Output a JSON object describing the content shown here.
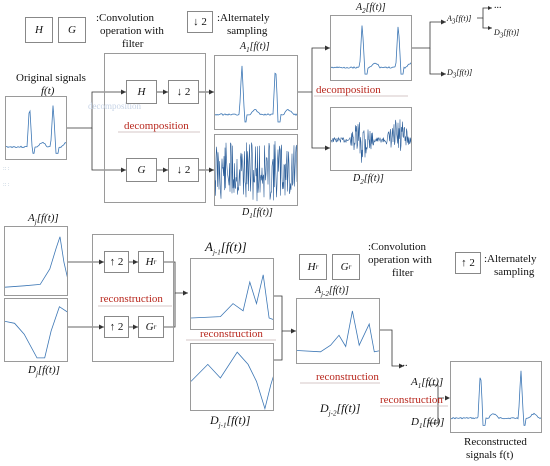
{
  "legend_top": {
    "h_box": "H",
    "g_box": "G",
    "conv_text_1": ":Convolution",
    "conv_text_2": "operation with",
    "conv_text_3": "filter",
    "down_box": "↓ 2",
    "alt_text_1": ":Alternately",
    "alt_text_2": "sampling"
  },
  "decomp": {
    "original_1": "Original signals",
    "original_2": "f(t)",
    "faint_label": "decomposition",
    "label_1": "decomposition",
    "label_2": "decomposition",
    "h_box": "H",
    "g_box": "G",
    "down_1": "↓ 2",
    "down_2": "↓ 2",
    "a1": "A",
    "a1_sub": "1",
    "a1_arg": "[f(t)]",
    "d1": "D",
    "d1_sub": "1",
    "d1_arg": "[f(t)]",
    "a2": "A",
    "a2_sub": "2",
    "a2_arg": "[f(t)]",
    "d2": "D",
    "d2_sub": "2",
    "d2_arg": "[f(t)]",
    "a3": "A",
    "a3_sub": "3",
    "a3_arg": "[f(t)]",
    "d3": "D",
    "d3_sub": "3",
    "d3_arg": "[f(t)]",
    "ellipsis": "...",
    "tick_marks": ":: :"
  },
  "recon": {
    "aj": "A",
    "aj_sub": "j",
    "aj_arg": "[f(t)]",
    "dj": "D",
    "dj_sub": "j",
    "dj_arg": "[f(t)]",
    "up_1": "↑ 2",
    "up_2": "↑ 2",
    "hr": "H",
    "hr_sub": "r",
    "gr": "G",
    "gr_sub": "r",
    "label_1": "reconstruction",
    "label_2": "reconstruction",
    "label_3": "reconstruction",
    "label_4": "reconstruction",
    "aj1": "A",
    "aj1_sub": "j-1",
    "aj1_arg": "[f(t)]",
    "dj1": "D",
    "dj1_sub": "j-1",
    "dj1_arg": "[f(t)]",
    "aj2": "A",
    "aj2_sub": "j-2",
    "aj2_arg": "[f(t)]",
    "dj2": "D",
    "dj2_sub": "j-2",
    "dj2_arg": "[f(t)]",
    "a1": "A",
    "a1_sub": "1",
    "a1_arg": "[f(t)]",
    "d1": "D",
    "d1_sub": "1",
    "d1_arg": "[f(t)]",
    "ellipsis": "...",
    "result_1": "Reconstructed",
    "result_2": "signals f(t)"
  },
  "legend_bottom": {
    "hr": "H",
    "hr_sub": "r",
    "gr": "G",
    "gr_sub": "r",
    "conv_text_1": ":Convolution",
    "conv_text_2": "operation with",
    "conv_text_3": "filter",
    "up_box": "↑ 2",
    "alt_text_1": ":Alternately",
    "alt_text_2": "sampling"
  },
  "colors": {
    "signal": "#3d77b5",
    "noise": "#2d5f9a",
    "label_red": "#b8271d",
    "line": "#333333",
    "border": "#9a9a9a"
  }
}
